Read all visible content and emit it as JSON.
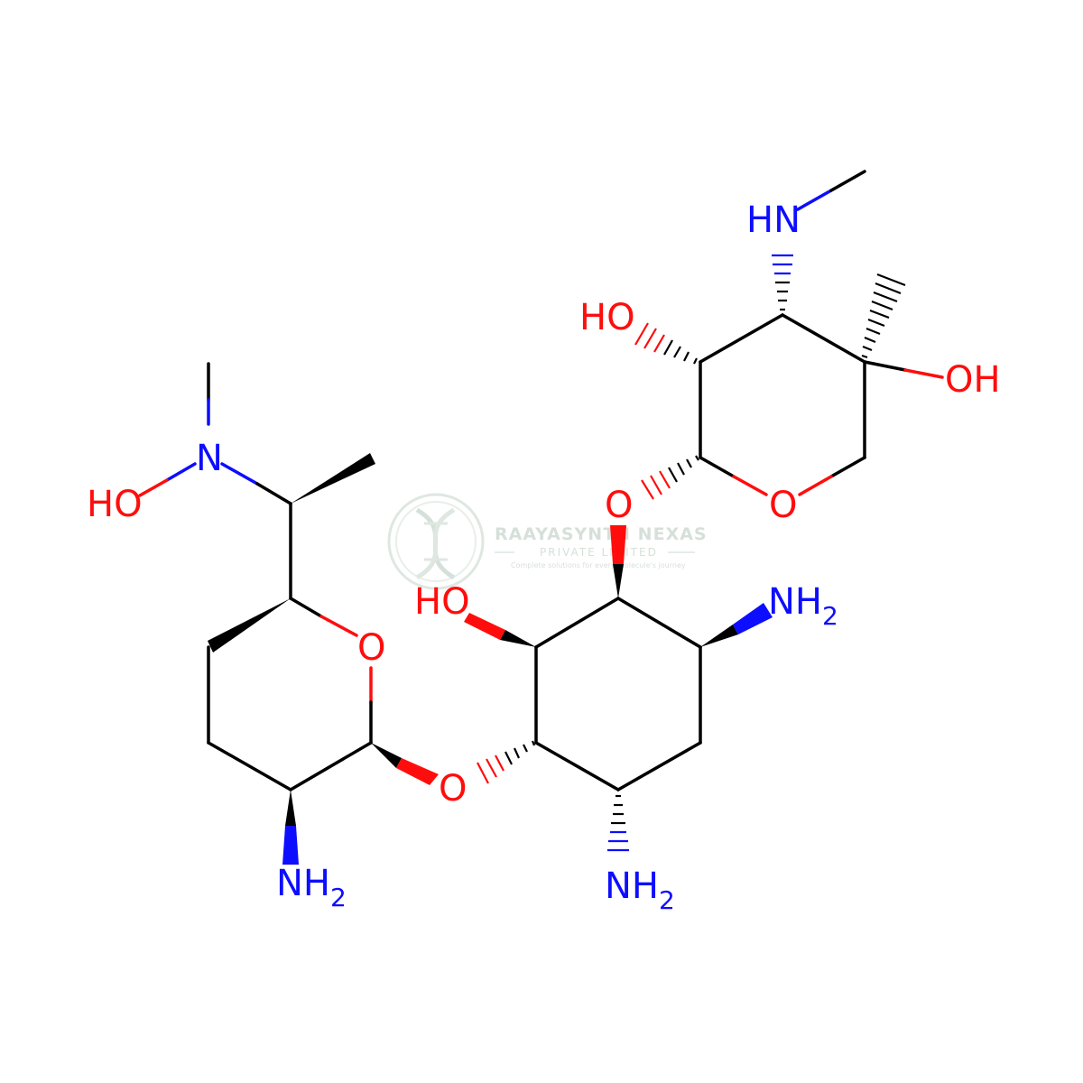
{
  "colors": {
    "bond": "#000000",
    "oxygen": "#ff0d0d",
    "nitrogen": "#0d0dff",
    "watermark": "#c9d6cc",
    "background": "#ffffff"
  },
  "watermark": {
    "company": "RAAYASYNTH NEXAS",
    "subtitle": "PRIVATE LIMITED",
    "tagline": "Complete solutions for every molecule's journey",
    "logo": "dna-leaf-logo-icon"
  },
  "labels": {
    "ho_hydroxylamine": "HO",
    "n_hydroxylamine": "N",
    "o_ring_left": "O",
    "nh2_left": "NH",
    "nh2_left_sub": "2",
    "o_glycoside_lower": "O",
    "ho_center": "HO",
    "o_glycoside_upper": "O",
    "nh2_center_right": "NH",
    "nh2_center_right_sub": "2",
    "nh2_center_bottom": "NH",
    "nh2_center_bottom_sub": "2",
    "o_ring_right": "O",
    "ho_right_ring": "HO",
    "oh_right_ring": "OH",
    "hn_methylamino": "HN"
  }
}
